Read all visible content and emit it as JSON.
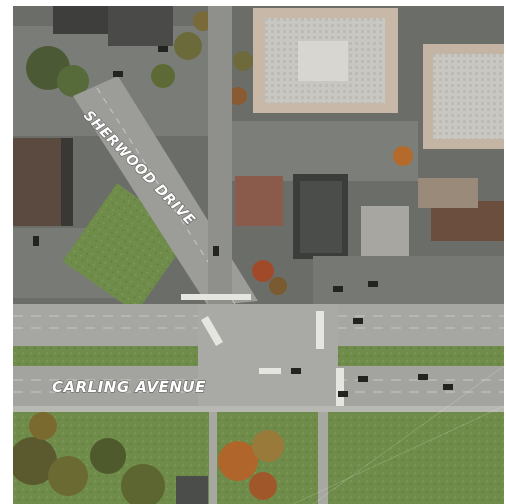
{
  "map": {
    "view": "aerial",
    "labels": {
      "sherwood": "SHERWOOD DRIVE",
      "carling": "CARLING AVENUE"
    }
  }
}
